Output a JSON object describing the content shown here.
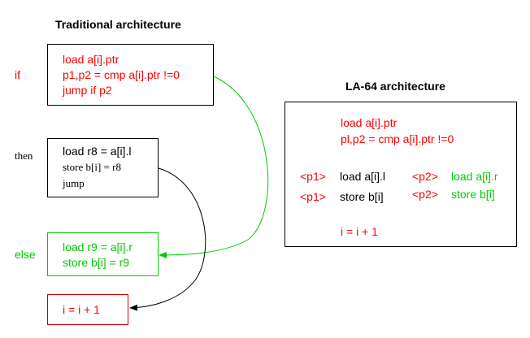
{
  "traditional": {
    "title": "Traditional architecture",
    "labels": {
      "if": "if",
      "then": "then",
      "else": "else"
    },
    "if_block": [
      "load a[i].ptr",
      "p1,p2 = cmp a[i].ptr !=0",
      "jump if p2"
    ],
    "then_block": [
      "load r8 = a[i].l",
      "store b[i] = r8",
      "jump"
    ],
    "else_block": [
      "load r9 = a[i].r",
      "store b[i] = r9"
    ],
    "tail_block": [
      "i = i + 1"
    ]
  },
  "la64": {
    "title": "LA-64 architecture",
    "header": [
      "load a[i].ptr",
      "pl,p2 = cmp a[i].ptr !=0"
    ],
    "left_col": {
      "predicates": [
        "<p1>",
        "<p1>"
      ],
      "ops": [
        "load a[i].l",
        "store b[i]"
      ]
    },
    "right_col": {
      "predicates": [
        "<p2>",
        "<p2>"
      ],
      "ops": [
        "load a[i].r",
        "store b[i]"
      ]
    },
    "footer": "i = i + 1"
  },
  "colors": {
    "red": "#ff0000",
    "green": "#00cc00",
    "black": "#000000"
  }
}
